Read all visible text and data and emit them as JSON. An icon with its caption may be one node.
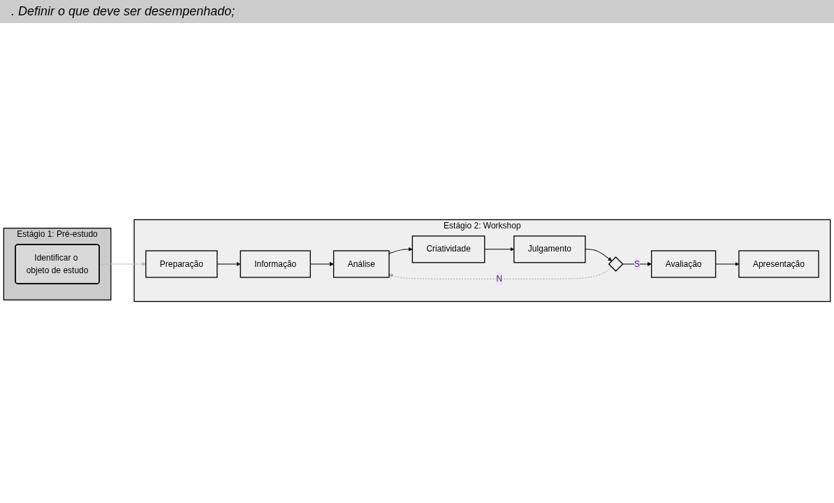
{
  "diagram": {
    "nodes": [
      {
        "text": [
          "Estágio 1: Pré-estudo"
        ]
      },
      {
        "text": [
          "Identificar o objeto de estudo"
        ],
        "in": 0
      },
      {
        "text": [
          "Estágio 2: Workshop"
        ]
      },
      {
        "text": [
          "Preparação"
        ],
        "in": 2
      },
      {
        "text": [
          "Informação"
        ],
        "in": 2
      },
      {
        "text": [
          "Análise"
        ],
        "in": 2
      },
      {
        "text": [
          "Criatividade"
        ],
        "in": 2
      },
      {
        "text": [
          "Julgamento"
        ],
        "in": 2
      },
      {
        "text": [],
        "shape": "diamond",
        "in": 2
      },
      {
        "text": [
          "Avaliação"
        ],
        "in": 2
      },
      {
        "text": [
          "Apresentação"
        ],
        "in": 2
      }
    ],
    "edges": [
      {
        "from": 1,
        "to": 3,
        "arrow": "to",
        "color": "#bfbfbf"
      },
      {
        "from": 3,
        "to": 4,
        "arrow": "to"
      },
      {
        "from": 4,
        "to": 5,
        "arrow": "to"
      },
      {
        "from": 5,
        "to": 6,
        "arrow": "to"
      },
      {
        "from": 6,
        "to": 7,
        "arrow": "to"
      },
      {
        "from": 7,
        "to": 8,
        "arrow": "to"
      },
      {
        "from": 8,
        "to": 5,
        "arrow": "to",
        "label": "N",
        "style": "dashed",
        "color": "#a6a6a6"
      },
      {
        "from": 8,
        "to": 9,
        "arrow": "to",
        "label": "S"
      },
      {
        "from": 9,
        "to": 10,
        "arrow": "to"
      }
    ],
    "labels": [
      ". Definir o que deve ser desempenhado;"
    ]
  }
}
